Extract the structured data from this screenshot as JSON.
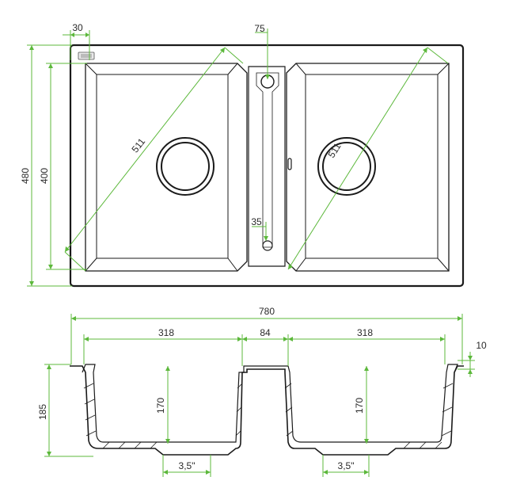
{
  "top_view": {
    "width_left_offset": "30",
    "tap_hole": "75",
    "overall_height": "480",
    "bowl_height": "400",
    "diag_left": "511",
    "diag_right": "511",
    "overflow": "35"
  },
  "side_view": {
    "overall_width": "780",
    "bowl_left_width": "318",
    "divider_width": "84",
    "bowl_right_width": "318",
    "rim": "10",
    "overall_depth": "185",
    "bowl_left_depth": "170",
    "bowl_right_depth": "170",
    "drain_left": "3,5\"",
    "drain_right": "3,5\""
  },
  "colors": {
    "dimension": "#5cb83b",
    "outline": "#1a1a1a"
  }
}
